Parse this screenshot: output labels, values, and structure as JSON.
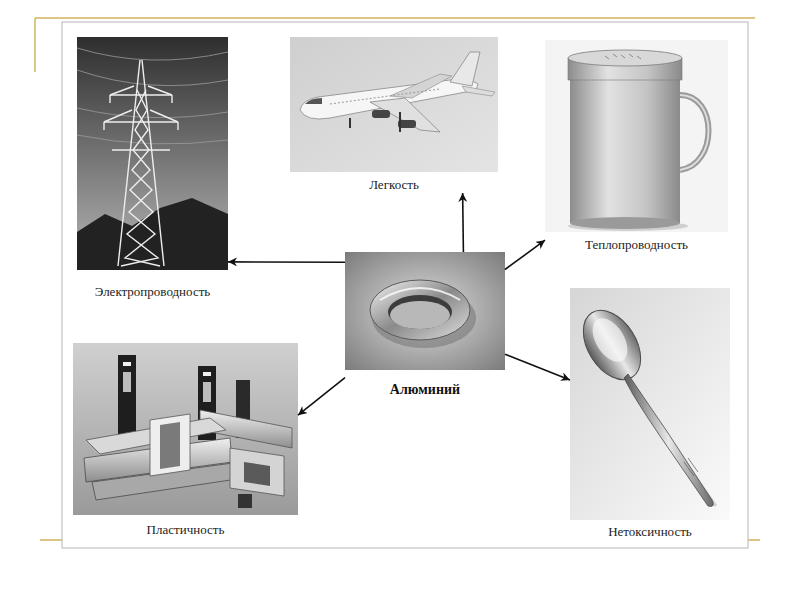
{
  "diagram": {
    "nodes": [
      {
        "text": [
          "Электропроводность"
        ]
      },
      {
        "text": [
          "Легкость"
        ]
      },
      {
        "text": [
          "Теплопроводность"
        ]
      },
      {
        "text": [
          "Алюминий"
        ]
      },
      {
        "text": [
          "Пластичность"
        ]
      },
      {
        "text": [
          "Нетоксичность"
        ]
      }
    ],
    "edges": [
      {
        "from": 3,
        "to": 0,
        "arrow": "to"
      },
      {
        "from": 3,
        "to": 1,
        "arrow": "to"
      },
      {
        "from": 3,
        "to": 2,
        "arrow": "to"
      },
      {
        "from": 3,
        "to": 4,
        "arrow": "to"
      },
      {
        "from": 3,
        "to": 5,
        "arrow": "to"
      }
    ]
  }
}
